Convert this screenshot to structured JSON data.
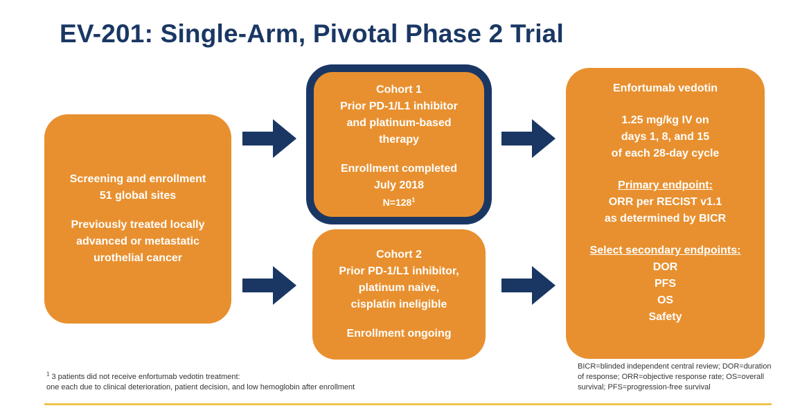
{
  "title": "EV-201: Single-Arm, Pivotal Phase 2 Trial",
  "colors": {
    "box_fill": "#e8902f",
    "navy": "#1a3764",
    "rule": "#f0c34a",
    "text_on_box": "#ffffff"
  },
  "screening": {
    "line1": "Screening and enrollment",
    "line2": "51 global sites",
    "line3": "Previously treated locally",
    "line4": "advanced or metastatic",
    "line5": "urothelial cancer"
  },
  "cohort1": {
    "line1": "Cohort 1",
    "line2": "Prior PD-1/L1 inhibitor",
    "line3": "and platinum-based",
    "line4": "therapy",
    "line5": "Enrollment completed",
    "line6": "July 2018",
    "n_label": "N=128",
    "n_sup": "1"
  },
  "cohort2": {
    "line1": "Cohort 2",
    "line2": "Prior PD-1/L1 inhibitor,",
    "line3": "platinum naive,",
    "line4": "cisplatin ineligible",
    "line5": "Enrollment ongoing"
  },
  "treatment": {
    "line1": "Enfortumab vedotin",
    "line2": "1.25 mg/kg IV on",
    "line3": "days 1, 8, and 15",
    "line4": "of each 28-day cycle",
    "primary_heading": "Primary endpoint:",
    "primary_line1": "ORR per RECIST v1.1",
    "primary_line2": "as determined by BICR",
    "secondary_heading": "Select secondary endpoints:",
    "secondary_items": [
      "DOR",
      "PFS",
      "OS",
      "Safety"
    ]
  },
  "footnote": {
    "sup": "1",
    "line1": " 3 patients did not receive enfortumab vedotin treatment:",
    "line2": "one each due to clinical deterioration, patient decision, and low hemoglobin after enrollment"
  },
  "abbreviations": "BICR=blinded independent central review; DOR=duration of response; ORR=objective response rate; OS=overall survival; PFS=progression-free survival"
}
